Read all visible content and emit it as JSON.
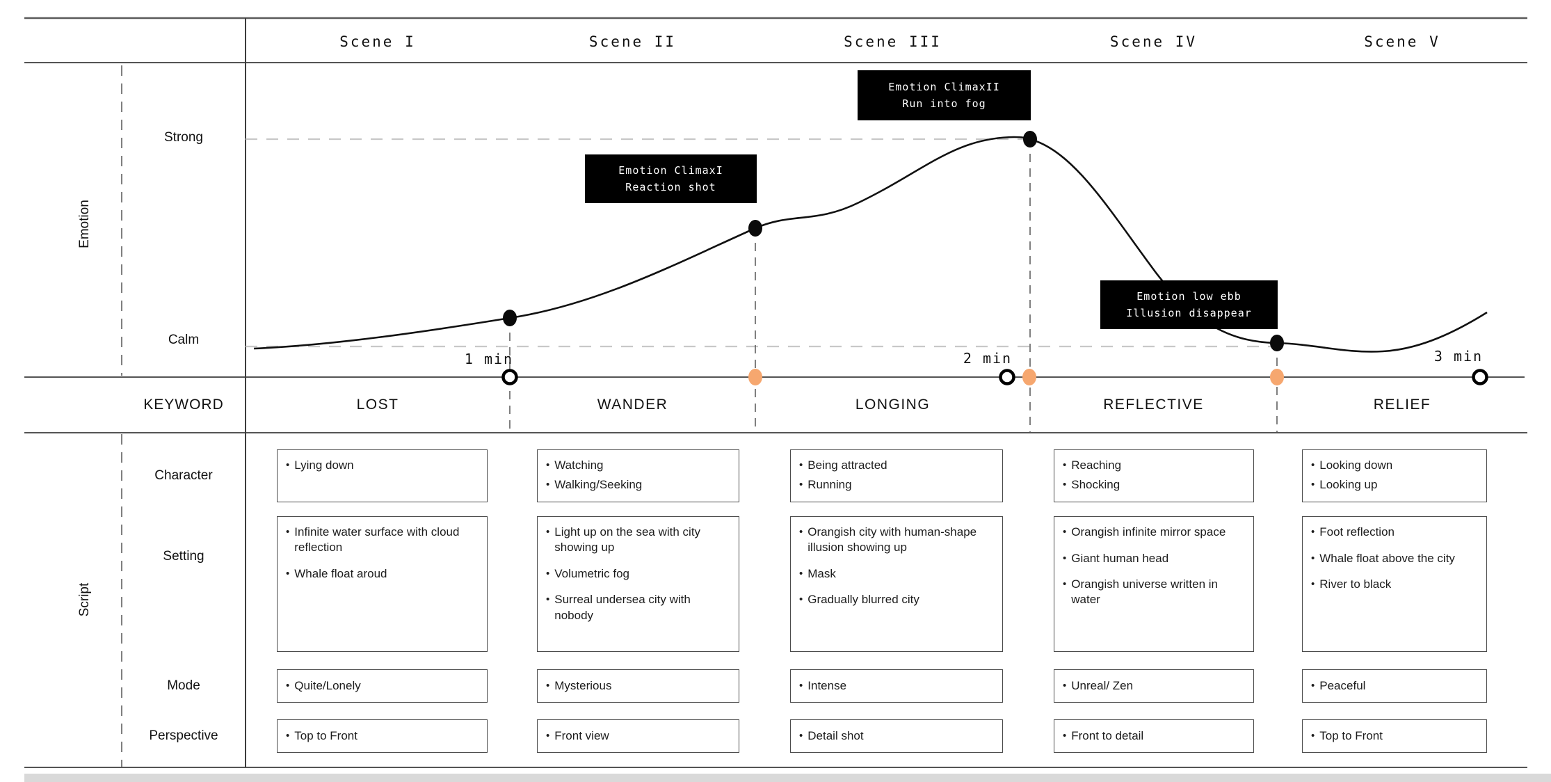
{
  "axes": {
    "emotion_label": "Emotion",
    "script_label": "Script",
    "keyword_label": "KEYWORD",
    "strong_label": "Strong",
    "calm_label": "Calm"
  },
  "row_labels": {
    "character": "Character",
    "setting": "Setting",
    "mode": "Mode",
    "perspective": "Perspective"
  },
  "time_markers": [
    {
      "label": "1 min"
    },
    {
      "label": "2 min"
    },
    {
      "label": "3 min"
    }
  ],
  "annotations": [
    {
      "title": "Emotion ClimaxI",
      "subtitle": "Reaction shot"
    },
    {
      "title": "Emotion ClimaxII",
      "subtitle": "Run into fog"
    },
    {
      "title": "Emotion low ebb",
      "subtitle": "Illusion disappear"
    }
  ],
  "scenes": [
    {
      "title": "Scene I",
      "keyword": "LOST",
      "script": {
        "character": [
          "Lying down"
        ],
        "setting": [
          "Infinite water surface with cloud reflection",
          "Whale float aroud"
        ],
        "mode": [
          "Quite/Lonely"
        ],
        "perspective": [
          "Top to Front"
        ]
      }
    },
    {
      "title": "Scene II",
      "keyword": "WANDER",
      "script": {
        "character": [
          "Watching",
          "Walking/Seeking"
        ],
        "setting": [
          "Light up on the sea with city showing up",
          "Volumetric fog",
          "Surreal undersea city with nobody"
        ],
        "mode": [
          "Mysterious"
        ],
        "perspective": [
          "Front view"
        ]
      }
    },
    {
      "title": "Scene III",
      "keyword": "LONGING",
      "script": {
        "character": [
          "Being attracted",
          "Running"
        ],
        "setting": [
          "Orangish city with human-shape illusion showing up",
          "Mask",
          "Gradually blurred city"
        ],
        "mode": [
          "Intense"
        ],
        "perspective": [
          "Detail shot"
        ]
      }
    },
    {
      "title": "Scene IV",
      "keyword": "REFLECTIVE",
      "script": {
        "character": [
          "Reaching",
          "Shocking"
        ],
        "setting": [
          "Orangish infinite mirror space",
          "Giant human head",
          "Orangish universe written in water"
        ],
        "mode": [
          "Unreal/ Zen"
        ],
        "perspective": [
          "Front to detail"
        ]
      }
    },
    {
      "title": "Scene V",
      "keyword": "RELIEF",
      "script": {
        "character": [
          "Looking down",
          "Looking up"
        ],
        "setting": [
          "Foot reflection",
          "Whale float above the city",
          "River to black"
        ],
        "mode": [
          "Peaceful"
        ],
        "perspective": [
          "Top to Front"
        ]
      }
    }
  ],
  "emotion_curve": {
    "levels": [
      "Calm",
      "Strong"
    ],
    "points": [
      {
        "at": "Scene I start",
        "level": "Calm"
      },
      {
        "at": "1 min (Scene I/II boundary)",
        "level": "slightly above Calm"
      },
      {
        "at": "Scene II/III boundary",
        "level": "mid rise (Climax I)"
      },
      {
        "at": "Scene III/IV boundary",
        "level": "Strong (Climax II)"
      },
      {
        "at": "Scene IV/V boundary",
        "level": "Calm (low ebb)"
      },
      {
        "at": "3 min end",
        "level": "rising above Calm"
      }
    ]
  },
  "colors": {
    "scene_marker_orange": "#F6A76F",
    "annotation_bg": "#000000",
    "curve_black": "#111111",
    "grid_dash_gray": "#C8C8C8",
    "line_dark": "#3C3C3C"
  }
}
